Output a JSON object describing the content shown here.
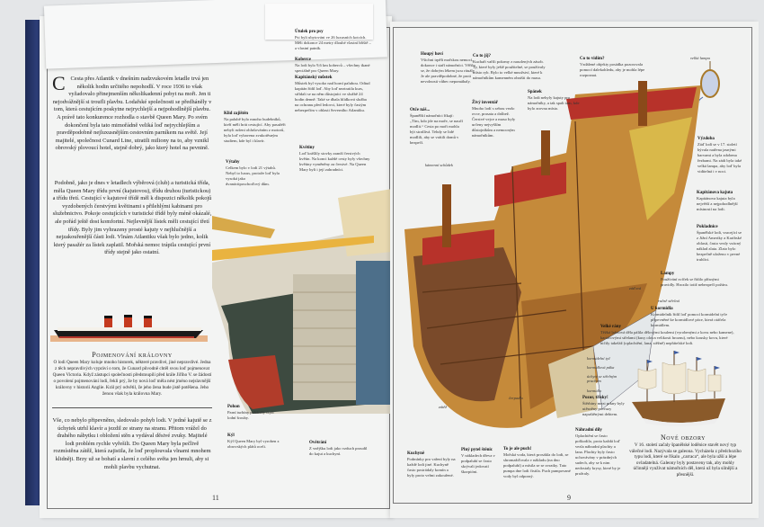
{
  "left_page": {
    "intro_first_line": "Atlantik v dnešním nadzvukovém letadle",
    "intro_text": "Cesta přes Atlantik v dnešním nadzvukovém letadle trvá jen několik hodin určitého nepohodlí. V roce 1936 to však vyžadovalo přinejmenším několikadenní pobyt na moři. Jen ti nejodvážnější si troufli plavbu. Lodařské společnosti se předháněly v tom, která cestujícím poskytne nejrychlejší a nejpohodlnější plavbu. A právě tato konkurence rozhodla o stavbě Queen Mary. Po svém dokončení byla tato mimořádně veliká loď nejrychlejším a pravděpodobně nejluxusnějším cestovním parníkem na světě. Její majitelé, společnost Cunard Line, utratili miliony na to, aby vznikl obrovský plovoucí hotel, stejně dobrý, jako který hotel na pevnině.",
    "class_text": "Podobně, jako je dnes v letadlech výběrová (club) a turistická třída, měla Queen Mary třídu první (kajutovou), třídu druhou (turistickou) a třídu třetí. Cestující v kajutové třídě měl k dispozici několik pokojů vyzdobených čerstvými květinami s přilehlými kabinami pro služebnictvo. Pokoje cestujících v turistické třídě byly méně okázalé, ale pořád ještě dost komfortní. Nejlevnější lístek měli cestující třetí třídy. Byly jim vyhrazeny prosté kajuty v nejhlučnější a nejzakouřenější části lodi. Vlnám Atlantiku však bylo jedno, kolik který pasažér za lístek zaplatil. Mořská nemoc trápila cestující první třídy stejně jako ostatní.",
    "naming_heading": "Pojmenování královny",
    "naming_text": "O lodi Queen Mary koluje mnoho historek, některé pravdivé, jiné nepravdivé. Jedna z těch nepravdivých vypráví o tom, že Cunard původně chtěl svou loď pojmenovat Queen Victoria. Když zástupci společnosti předstoupili před krále Jiřího V. se žádostí o povolení pojmenování lodi, řekli prý, že by nová loď měla nést jméno nejslavnější královny v historii Anglie. Král prý odvětil, že jeho žena bude jistě potěšena. Jeho ženou však byla královna Mary.",
    "bottom_text": "Vše, co nebylo připevněno, sledovalo pohyb lodi. V jedné kajutě se z úchytek utrhl klavír a jezdil ze strany na stranu. Přitom vrážel do drahého nábytku i obložení stěn a vydával děsivé zvuky. Majitelé lodi problém rychle vyřešili. Do Queen Mary byla pečlivě rozmístěna zátěž, která zajistila, že loď proplouvala vlnami mnohem klidněji. Brzy už se bohatí a slavní z celého světa jen hrnuli, aby si mohli plavbu vychutnat.",
    "callouts": [
      {
        "title": "Útulek pro psy",
        "text": "Psi byli ubytováni ve 26 luxusních kotcích. Měli dokonce 24 metry dlouhé vlastní hřiště – a vlastní patník."
      },
      {
        "title": "Koberce",
        "text": "Na lodi bylo 9,6 km koberců – všechny tkané speciálně pro Queen Mary."
      },
      {
        "title": "Kapitánský můstek",
        "text": "Můstek byl vysoko nad horní palubou. Odtud kapitán řídil loď. Aby loď neztratila kurs, střídali se na něm důstojníci ve službě 24 hodin denně. Také se dbala hlídková služba na ochranu před ledovci, které byly častým nebezpečím v oblasti Severního Atlantiku."
      },
      {
        "title": "Květiny",
        "text": "Loď krášlily stovky aranží čerstvých květin. Na konci každé cesty byly všechny květiny vyměněny za čerstvé. Na Queen Mary byli i její zahradníci."
      },
      {
        "title": "Klid zajištěn",
        "text": "Na palubě bylo mnoho hudebníků, kteří měli hrát cestující. Aby pasažéři nebyli rušeni ohlušováním z motorů, byla loď vybavena zvukotěsným studiem, kde byl i klavír."
      },
      {
        "title": "Výtahy",
        "text": "Celkem bylo v lodi 21 výtahů. Nebyl to luxus, protože loď byla vysoká jako dvanáctiposchoďový dům."
      },
      {
        "title": "Pohon",
        "text": "Parní turbíny poháněly čtyři lodní šrouby."
      },
      {
        "title": "Kýl",
        "text": "Kýl Queen Mary byl vyroben z obrovských plátů oceli."
      },
      {
        "title": "Ovětrání",
        "text": "Z vnějšku lodi jako vzduch proudil do kajut a kuchyní."
      }
    ],
    "page_number": "11"
  },
  "right_page": {
    "callouts_top": [
      {
        "title": "Houpý hoví",
        "text": "Všichni trpěli mořskou nemocí, dokonce i staří námořníci. Věřilo se, že dobrým lékem jsou rituály. Je ale pravděpodobné, že proti nevolnosti vůbec nepomáhaly."
      },
      {
        "title": "Otče náš...",
        "text": "Španělští námořníci říkají: „Tím, kdo jde na moře, se naučí modlit.“ Cesta po moři mohla být strašlivá. Tehdy se lidé modlili, aby se vrátili domů v bezpečí."
      },
      {
        "title": "Co to jíj?",
        "text": "Kuchaři vařili pokrmy z nasolených zásob. Ty, které byly ještě použitelné, se používaly místo ryb. Bylo to velké množství, které k námořníkům kamenném ohništi do masa."
      },
      {
        "title": "Živý inventář",
        "text": "Mnoho lodí s sebou vezlo ovce, prasata a drůbež. Čerstvé vejce a maso byly určeny nejvyšším důstojníkům a nemocným námořníkům."
      },
      {
        "title": "Spánek",
        "text": "Na lodi nebyly kajuty pro námořníky, a tak spali tam, kde bylo zrovna místo."
      },
      {
        "title": "Co to vidím?",
        "text": "Vzdálené objekty posádka pozorovala pomocí dalekohledu, aby je mohla lépe rozpoznat."
      }
    ],
    "callouts_right": [
      {
        "title": "Výzdoba",
        "text": "Záď lodí se v 17. století bývala natřena jasnými barvami a byla zdobena řezbami. Na zádi byla také velká lampa, aby loď byla viditelná i v noci."
      },
      {
        "title": "Kapitánova kajuta",
        "text": "Kapitánova kajuta byla největší a nejpohodlnější místností na lodi."
      },
      {
        "title": "Pokladnice",
        "text": "Španělské lodi, vracející se z Jižní Ameriky a Karibské oblasti, často vezly vzácný náklad zlata. Zlato bylo bezpečně uloženo v pevné truhlici."
      },
      {
        "title": "Lampy",
        "text": "Používání svíček se řídilo přísnými pravidly. Hrozilo totiž nebezpečí požáru."
      },
      {
        "title": "U kormidla",
        "text": "Kormidelník řídil loď pomocí kormidelní tyče připevněné ke kormidlové páce, která otáčela kormidlem."
      },
      {
        "title": "Velké rány",
        "text": "Těžká lafetová děla pálila dělovými koulemi (vyrobenými z kovu nebo kamene), kartáčovými střelami (kusy olova velikosti hroznu), nebo kousky kovu, které ničily takeláž (oplachtění, lana, stěžně) nepřátelské lodi."
      },
      {
        "title": "Pozor, třísky!",
        "text": "Štěrbiny mezi prkny byly utěsněny provazy napuštěnými dehtem."
      },
      {
        "title": "Náhradní díly",
        "text": "Oplachtění se často poškodilo, proto každá loď vezla náhradní plachty a lana. Plachty byly často uchovávány v prázdných sudech, aby se k nim nedostaly krysy, které by je prožraly."
      }
    ],
    "callouts_bottom": [
      {
        "title": "Kuchyně",
        "text": "Podmínky pro vaření byly na každé lodi jiné. Kuchyně často postrádaly komín a byly proto velmi zakouřené."
      },
      {
        "title": "Plný pytel štěnic",
        "text": "V nákladech dřeva v podpalubí se často skrývali jedovatí škorpióni."
      },
      {
        "title": "To je ale puch!",
        "text": "Mořská voda, která prosákla do lodi, se shromažďovala v nákladu (na dno podpalubí) a mísila se se zvratky. Tato pumpa dne lodi čistila. Puch pumpované vody byl odporný."
      }
    ],
    "small_labels": [
      "velká lampa",
      "kormidelní tyč",
      "kormidlová páka",
      "úchyty se střelným prachem",
      "kormidlo",
      "čerpadlo",
      "ručně střelná",
      "kámenní schůdek",
      "záďová",
      "zátěž"
    ],
    "new_horizons_heading": "Nové obzory",
    "new_horizons_text": "V 16. století začaly španělské loděnice stavět nový typ válečné lodi. Nazývala se galeona. Vycházela z předchozího typu lodi, které se říkalo „carraca“, ale byla užší a lépe ovladatelná. Galeony byly postaveny tak, aby mohly účinněji využívat námořních děl, která už byla silnější a přesnější.",
    "page_number": "9"
  },
  "colors": {
    "binding": "#22315f",
    "page": "#f2f3f2",
    "background": "#e4e6e8",
    "hull_red": "#b34a2a",
    "wood": "#c58a3a"
  }
}
